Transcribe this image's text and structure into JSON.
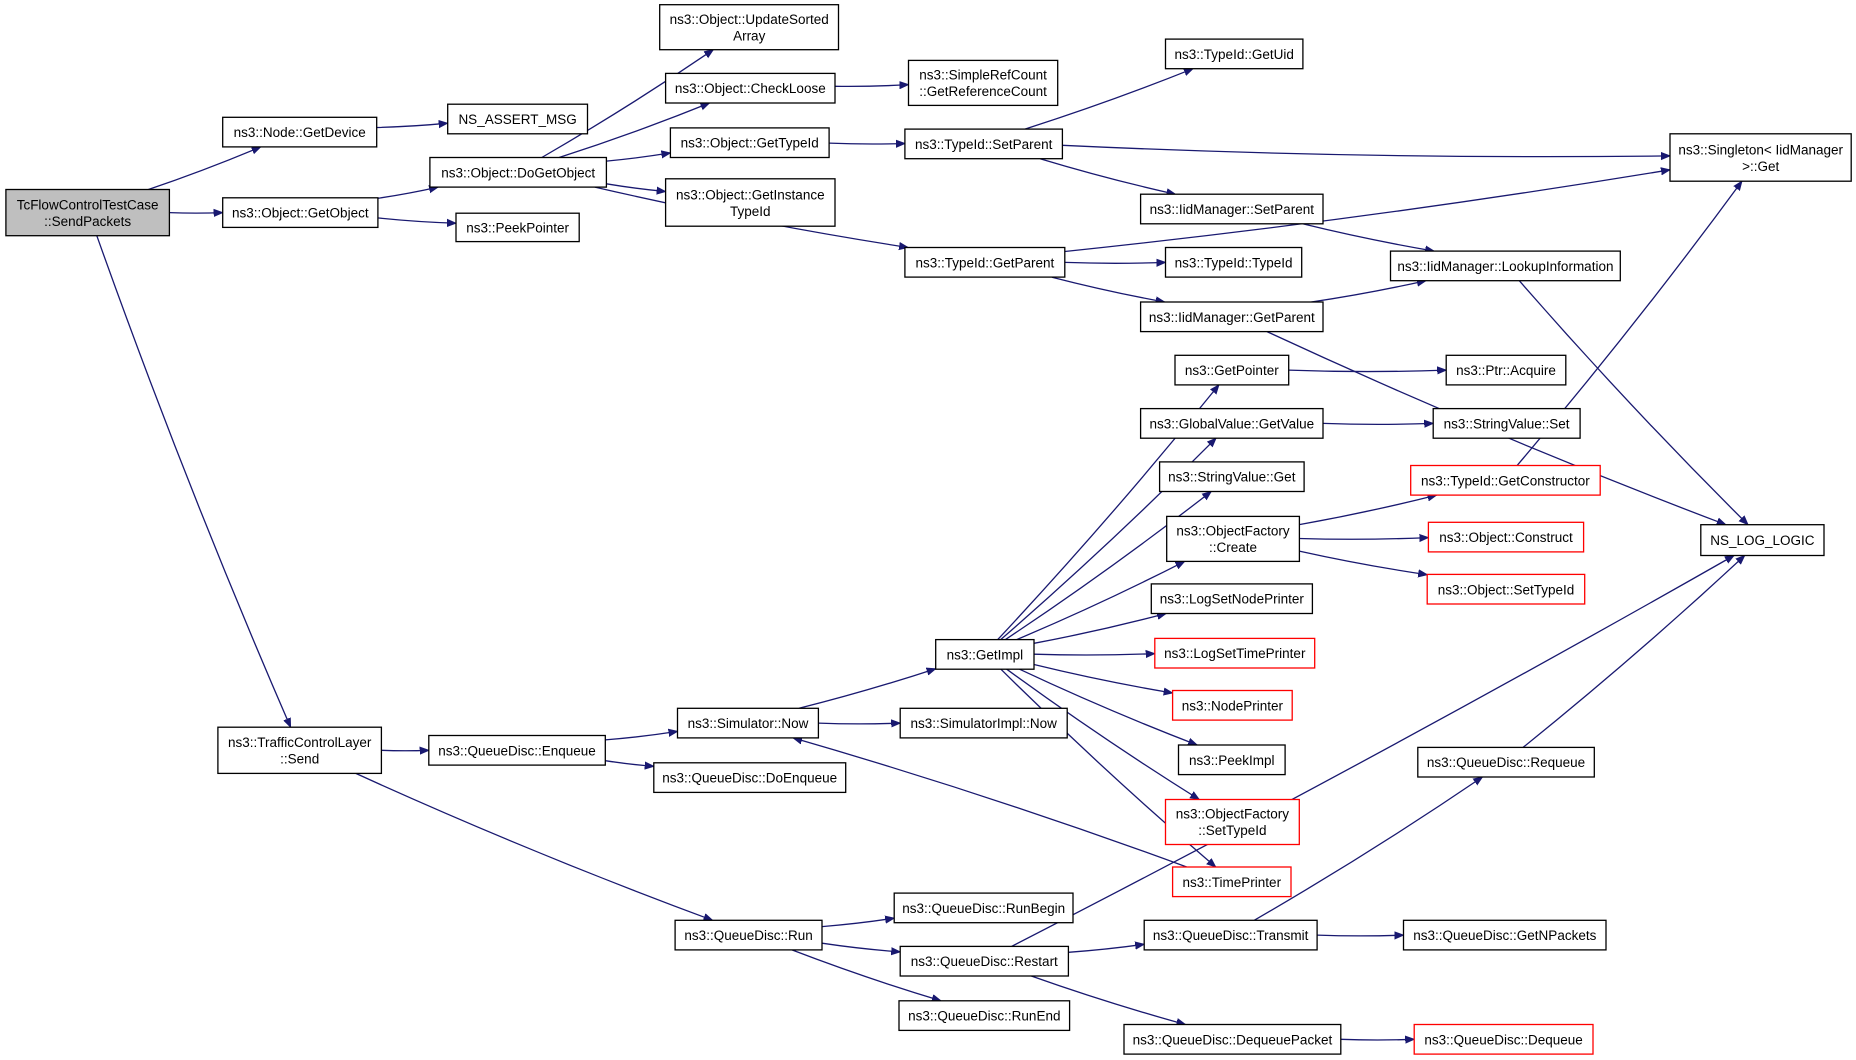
{
  "nodes": [
    {
      "id": "root",
      "lines": [
        "TcFlowControlTestCase",
        "::SendPackets"
      ],
      "style": "root"
    },
    {
      "id": "node_getdevice",
      "lines": [
        "ns3::Node::GetDevice"
      ]
    },
    {
      "id": "ns_assert_msg",
      "lines": [
        "NS_ASSERT_MSG"
      ]
    },
    {
      "id": "object_getobject",
      "lines": [
        "ns3::Object::GetObject"
      ]
    },
    {
      "id": "object_dogetobject",
      "lines": [
        "ns3::Object::DoGetObject"
      ]
    },
    {
      "id": "peekpointer",
      "lines": [
        "ns3::PeekPointer"
      ]
    },
    {
      "id": "object_updatesortedarray",
      "lines": [
        "ns3::Object::UpdateSorted",
        "Array"
      ]
    },
    {
      "id": "object_checkloose",
      "lines": [
        "ns3::Object::CheckLoose"
      ]
    },
    {
      "id": "object_gettypeid",
      "lines": [
        "ns3::Object::GetTypeId"
      ]
    },
    {
      "id": "object_getinstancetypeid",
      "lines": [
        "ns3::Object::GetInstance",
        "TypeId"
      ]
    },
    {
      "id": "simplerefcount_getreferencecount",
      "lines": [
        "ns3::SimpleRefCount",
        "::GetReferenceCount"
      ]
    },
    {
      "id": "typeid_getuid",
      "lines": [
        "ns3::TypeId::GetUid"
      ]
    },
    {
      "id": "typeid_setparent",
      "lines": [
        "ns3::TypeId::SetParent"
      ]
    },
    {
      "id": "singleton_get",
      "lines": [
        "ns3::Singleton< IidManager",
        ">::Get"
      ]
    },
    {
      "id": "iidmanager_setparent",
      "lines": [
        "ns3::IidManager::SetParent"
      ]
    },
    {
      "id": "typeid_getparent",
      "lines": [
        "ns3::TypeId::GetParent"
      ]
    },
    {
      "id": "typeid_typeid",
      "lines": [
        "ns3::TypeId::TypeId"
      ]
    },
    {
      "id": "iidmanager_lookupinformation",
      "lines": [
        "ns3::IidManager::LookupInformation"
      ]
    },
    {
      "id": "iidmanager_getparent",
      "lines": [
        "ns3::IidManager::GetParent"
      ]
    },
    {
      "id": "ns_log_logic",
      "lines": [
        "NS_LOG_LOGIC"
      ]
    },
    {
      "id": "getpointer",
      "lines": [
        "ns3::GetPointer"
      ]
    },
    {
      "id": "ptr_acquire",
      "lines": [
        "ns3::Ptr::Acquire"
      ]
    },
    {
      "id": "globalvalue_getvalue",
      "lines": [
        "ns3::GlobalValue::GetValue"
      ]
    },
    {
      "id": "stringvalue_set",
      "lines": [
        "ns3::StringValue::Set"
      ]
    },
    {
      "id": "stringvalue_get",
      "lines": [
        "ns3::StringValue::Get"
      ]
    },
    {
      "id": "typeid_getconstructor",
      "lines": [
        "ns3::TypeId::GetConstructor"
      ],
      "style": "red"
    },
    {
      "id": "objectfactory_create",
      "lines": [
        "ns3::ObjectFactory",
        "::Create"
      ]
    },
    {
      "id": "object_construct",
      "lines": [
        "ns3::Object::Construct"
      ],
      "style": "red"
    },
    {
      "id": "object_settypeid",
      "lines": [
        "ns3::Object::SetTypeId"
      ],
      "style": "red"
    },
    {
      "id": "logsetnodeprinter",
      "lines": [
        "ns3::LogSetNodePrinter"
      ]
    },
    {
      "id": "getimpl",
      "lines": [
        "ns3::GetImpl"
      ]
    },
    {
      "id": "logsettimeprinter",
      "lines": [
        "ns3::LogSetTimePrinter"
      ],
      "style": "red"
    },
    {
      "id": "nodeprinter",
      "lines": [
        "ns3::NodePrinter"
      ],
      "style": "red"
    },
    {
      "id": "trafficcontrollayer_send",
      "lines": [
        "ns3::TrafficControlLayer",
        "::Send"
      ]
    },
    {
      "id": "queuedisc_enqueue",
      "lines": [
        "ns3::QueueDisc::Enqueue"
      ]
    },
    {
      "id": "simulator_now",
      "lines": [
        "ns3::Simulator::Now"
      ]
    },
    {
      "id": "simulatorimpl_now",
      "lines": [
        "ns3::SimulatorImpl::Now"
      ]
    },
    {
      "id": "peekimpl",
      "lines": [
        "ns3::PeekImpl"
      ]
    },
    {
      "id": "queuedisc_requeue",
      "lines": [
        "ns3::QueueDisc::Requeue"
      ]
    },
    {
      "id": "queuedisc_doenqueue",
      "lines": [
        "ns3::QueueDisc::DoEnqueue"
      ]
    },
    {
      "id": "objectfactory_settypeid",
      "lines": [
        "ns3::ObjectFactory",
        "::SetTypeId"
      ],
      "style": "red"
    },
    {
      "id": "timeprinter",
      "lines": [
        "ns3::TimePrinter"
      ],
      "style": "red"
    },
    {
      "id": "queuedisc_runbegin",
      "lines": [
        "ns3::QueueDisc::RunBegin"
      ]
    },
    {
      "id": "queuedisc_run",
      "lines": [
        "ns3::QueueDisc::Run"
      ]
    },
    {
      "id": "queuedisc_transmit",
      "lines": [
        "ns3::QueueDisc::Transmit"
      ]
    },
    {
      "id": "queuedisc_getnpackets",
      "lines": [
        "ns3::QueueDisc::GetNPackets"
      ]
    },
    {
      "id": "queuedisc_restart",
      "lines": [
        "ns3::QueueDisc::Restart"
      ]
    },
    {
      "id": "queuedisc_runend",
      "lines": [
        "ns3::QueueDisc::RunEnd"
      ]
    },
    {
      "id": "queuedisc_dequeuepacket",
      "lines": [
        "ns3::QueueDisc::DequeuePacket"
      ]
    },
    {
      "id": "queuedisc_dequeue",
      "lines": [
        "ns3::QueueDisc::Dequeue"
      ],
      "style": "red"
    }
  ],
  "edges": [
    [
      "root",
      "node_getdevice"
    ],
    [
      "root",
      "object_getobject"
    ],
    [
      "root",
      "trafficcontrollayer_send"
    ],
    [
      "node_getdevice",
      "ns_assert_msg"
    ],
    [
      "object_getobject",
      "object_dogetobject"
    ],
    [
      "object_getobject",
      "peekpointer"
    ],
    [
      "object_dogetobject",
      "object_updatesortedarray"
    ],
    [
      "object_dogetobject",
      "object_checkloose"
    ],
    [
      "object_dogetobject",
      "object_gettypeid"
    ],
    [
      "object_dogetobject",
      "object_getinstancetypeid"
    ],
    [
      "object_dogetobject",
      "typeid_getparent"
    ],
    [
      "object_checkloose",
      "simplerefcount_getreferencecount"
    ],
    [
      "object_gettypeid",
      "typeid_setparent"
    ],
    [
      "typeid_setparent",
      "typeid_getuid"
    ],
    [
      "typeid_setparent",
      "singleton_get"
    ],
    [
      "typeid_setparent",
      "iidmanager_setparent"
    ],
    [
      "typeid_getparent",
      "singleton_get"
    ],
    [
      "typeid_getparent",
      "typeid_typeid"
    ],
    [
      "typeid_getparent",
      "iidmanager_getparent"
    ],
    [
      "iidmanager_setparent",
      "iidmanager_lookupinformation"
    ],
    [
      "iidmanager_getparent",
      "iidmanager_lookupinformation"
    ],
    [
      "iidmanager_getparent",
      "ns_log_logic"
    ],
    [
      "iidmanager_lookupinformation",
      "ns_log_logic"
    ],
    [
      "trafficcontrollayer_send",
      "queuedisc_enqueue"
    ],
    [
      "trafficcontrollayer_send",
      "queuedisc_run"
    ],
    [
      "queuedisc_enqueue",
      "simulator_now"
    ],
    [
      "queuedisc_enqueue",
      "queuedisc_doenqueue"
    ],
    [
      "simulator_now",
      "getimpl"
    ],
    [
      "simulator_now",
      "simulatorimpl_now"
    ],
    [
      "getimpl",
      "getpointer"
    ],
    [
      "getimpl",
      "globalvalue_getvalue"
    ],
    [
      "getimpl",
      "stringvalue_get"
    ],
    [
      "getimpl",
      "objectfactory_create"
    ],
    [
      "getimpl",
      "logsetnodeprinter"
    ],
    [
      "getimpl",
      "logsettimeprinter"
    ],
    [
      "getimpl",
      "nodeprinter"
    ],
    [
      "getimpl",
      "peekimpl"
    ],
    [
      "getimpl",
      "objectfactory_settypeid"
    ],
    [
      "getimpl",
      "timeprinter"
    ],
    [
      "getpointer",
      "ptr_acquire"
    ],
    [
      "globalvalue_getvalue",
      "stringvalue_set"
    ],
    [
      "objectfactory_create",
      "typeid_getconstructor"
    ],
    [
      "objectfactory_create",
      "object_construct"
    ],
    [
      "objectfactory_create",
      "object_settypeid"
    ],
    [
      "typeid_getconstructor",
      "singleton_get"
    ],
    [
      "timeprinter",
      "simulator_now"
    ],
    [
      "queuedisc_run",
      "queuedisc_runbegin"
    ],
    [
      "queuedisc_run",
      "queuedisc_restart"
    ],
    [
      "queuedisc_run",
      "queuedisc_runend"
    ],
    [
      "queuedisc_restart",
      "queuedisc_transmit"
    ],
    [
      "queuedisc_restart",
      "ns_log_logic"
    ],
    [
      "queuedisc_restart",
      "queuedisc_dequeuepacket"
    ],
    [
      "queuedisc_transmit",
      "queuedisc_getnpackets"
    ],
    [
      "queuedisc_transmit",
      "queuedisc_requeue"
    ],
    [
      "queuedisc_requeue",
      "ns_log_logic"
    ],
    [
      "queuedisc_dequeuepacket",
      "queuedisc_dequeue"
    ]
  ]
}
